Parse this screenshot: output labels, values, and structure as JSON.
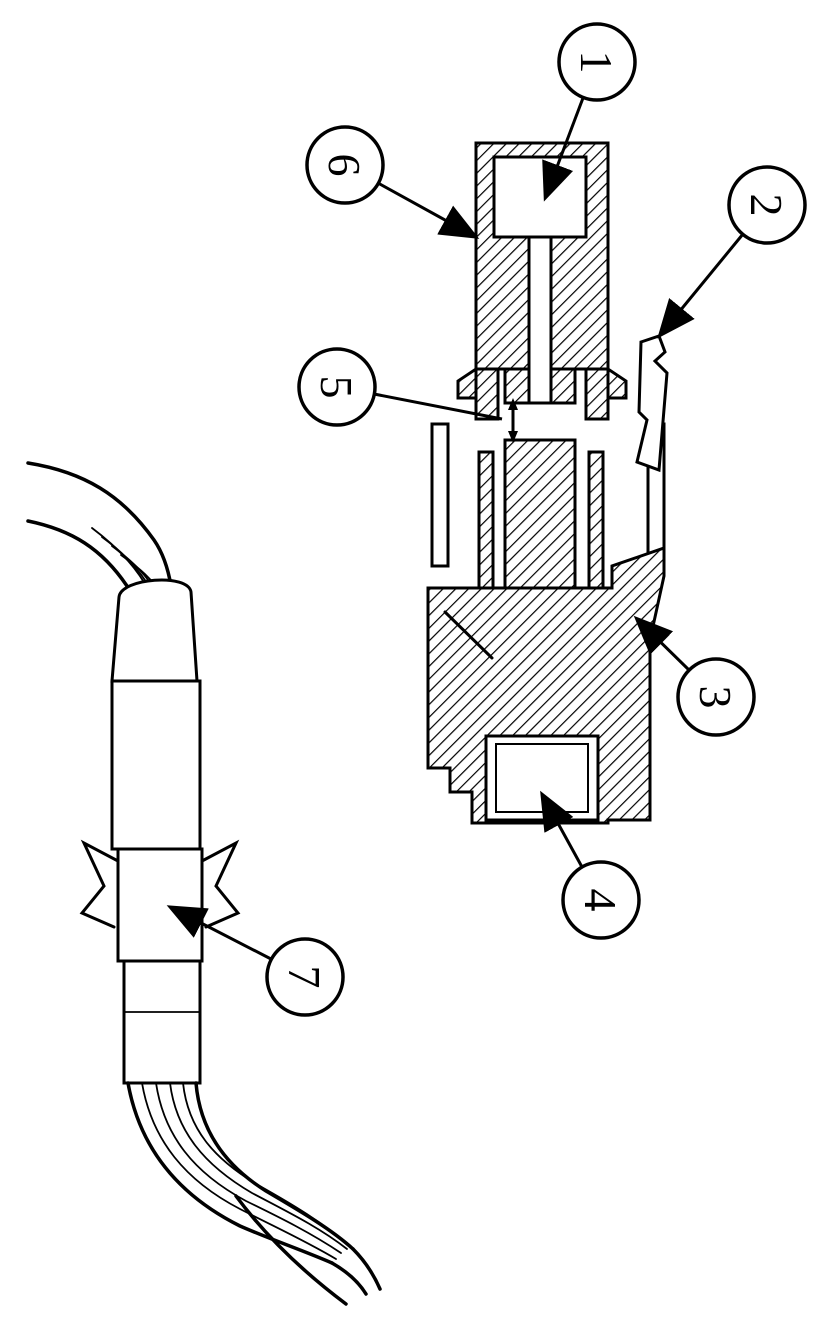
{
  "figure": {
    "kind": "technical-cross-section-diagram",
    "background_color": "#ffffff",
    "line_color": "#000000",
    "callouts": [
      {
        "label": "1"
      },
      {
        "label": "2"
      },
      {
        "label": "3"
      },
      {
        "label": "4"
      },
      {
        "label": "5"
      },
      {
        "label": "6"
      },
      {
        "label": "7"
      }
    ]
  }
}
